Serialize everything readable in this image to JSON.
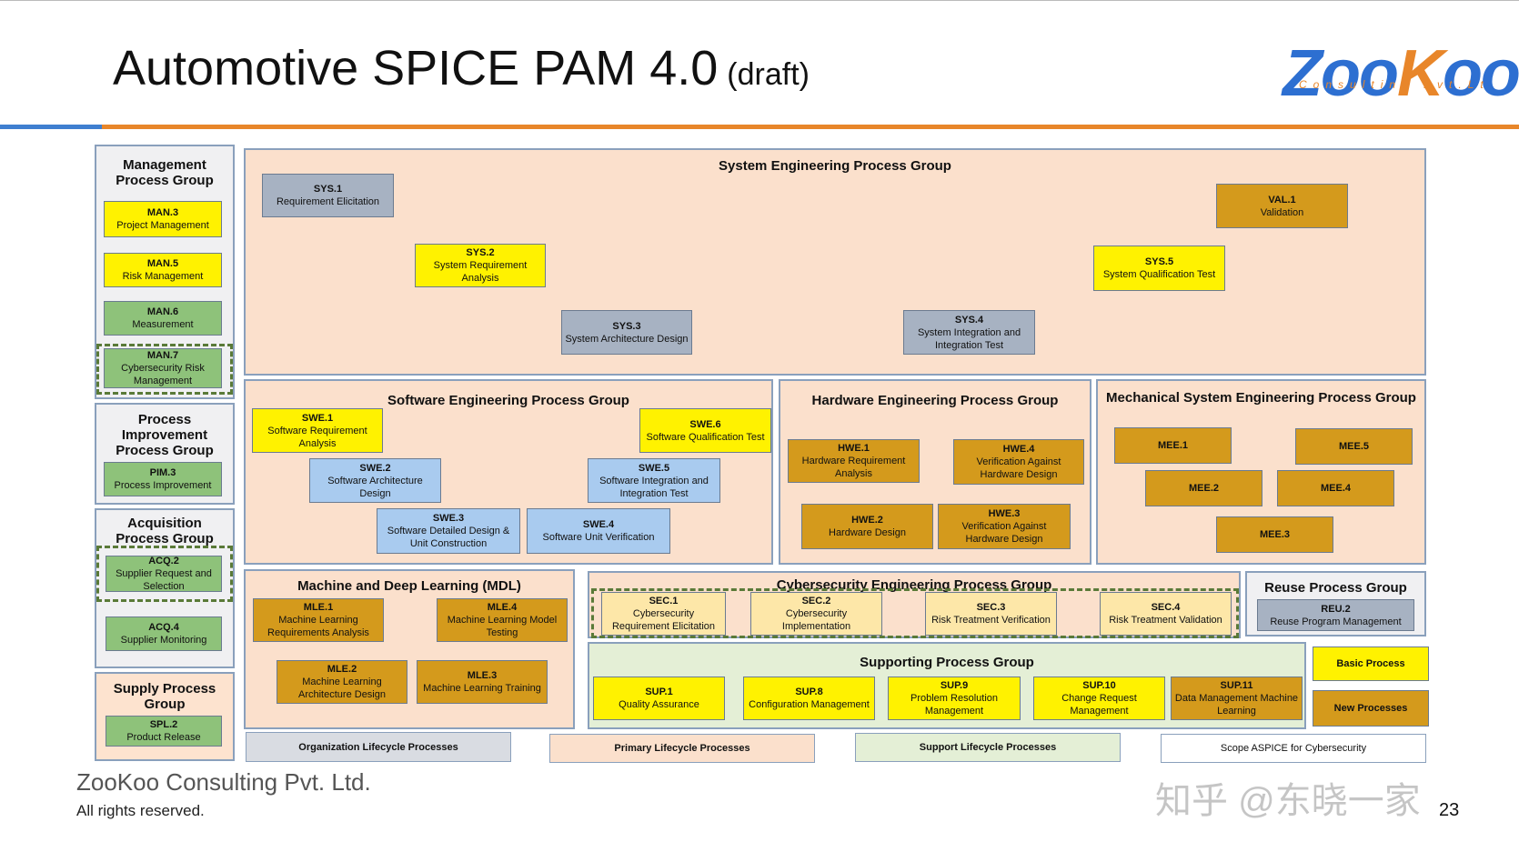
{
  "header": {
    "title": "Automotive SPICE PAM 4.0",
    "subtitle": "(draft)"
  },
  "logo": {
    "brand_pre": "Zoo",
    "brand_k": "K",
    "brand_post": "oo",
    "sub": "Consulting Pvt.Ltd"
  },
  "groups": {
    "management": "Management Process Group",
    "process_improvement": "Process Improvement Process Group",
    "acquisition": "Acquisition Process Group",
    "supply": "Supply Process Group",
    "system_eng": "System Engineering Process Group",
    "software_eng": "Software Engineering Process Group",
    "hardware_eng": "Hardware Engineering Process Group",
    "mechanical_eng": "Mechanical System Engineering Process Group",
    "mdl": "Machine and Deep Learning (MDL)",
    "cyber": "Cybersecurity Engineering Process Group",
    "reuse": "Reuse Process Group",
    "supporting": "Supporting Process Group"
  },
  "processes": {
    "man3": {
      "code": "MAN.3",
      "name": "Project Management"
    },
    "man5": {
      "code": "MAN.5",
      "name": "Risk Management"
    },
    "man6": {
      "code": "MAN.6",
      "name": "Measurement"
    },
    "man7": {
      "code": "MAN.7",
      "name": "Cybersecurity Risk Management"
    },
    "pim3": {
      "code": "PIM.3",
      "name": "Process Improvement"
    },
    "acq2": {
      "code": "ACQ.2",
      "name": "Supplier Request and Selection"
    },
    "acq4": {
      "code": "ACQ.4",
      "name": "Supplier Monitoring"
    },
    "spl2": {
      "code": "SPL.2",
      "name": "Product Release"
    },
    "sys1": {
      "code": "SYS.1",
      "name": "Requirement Elicitation"
    },
    "sys2": {
      "code": "SYS.2",
      "name": "System Requirement Analysis"
    },
    "sys3": {
      "code": "SYS.3",
      "name": "System Architecture Design"
    },
    "sys4": {
      "code": "SYS.4",
      "name": "System Integration and Integration Test"
    },
    "sys5": {
      "code": "SYS.5",
      "name": "System Qualification Test"
    },
    "val1": {
      "code": "VAL.1",
      "name": "Validation"
    },
    "swe1": {
      "code": "SWE.1",
      "name": "Software Requirement Analysis"
    },
    "swe2": {
      "code": "SWE.2",
      "name": "Software Architecture Design"
    },
    "swe3": {
      "code": "SWE.3",
      "name": "Software Detailed Design & Unit Construction"
    },
    "swe4": {
      "code": "SWE.4",
      "name": "Software Unit Verification"
    },
    "swe5": {
      "code": "SWE.5",
      "name": "Software Integration and Integration Test"
    },
    "swe6": {
      "code": "SWE.6",
      "name": "Software Qualification Test"
    },
    "hwe1": {
      "code": "HWE.1",
      "name": "Hardware Requirement Analysis"
    },
    "hwe2": {
      "code": "HWE.2",
      "name": "Hardware Design"
    },
    "hwe3": {
      "code": "HWE.3",
      "name": "Verification Against Hardware Design"
    },
    "hwe4": {
      "code": "HWE.4",
      "name": "Verification Against Hardware Design"
    },
    "mee1": {
      "code": "MEE.1"
    },
    "mee2": {
      "code": "MEE.2"
    },
    "mee3": {
      "code": "MEE.3"
    },
    "mee4": {
      "code": "MEE.4"
    },
    "mee5": {
      "code": "MEE.5"
    },
    "mle1": {
      "code": "MLE.1",
      "name": "Machine Learning Requirements Analysis"
    },
    "mle2": {
      "code": "MLE.2",
      "name": "Machine Learning Architecture Design"
    },
    "mle3": {
      "code": "MLE.3",
      "name": "Machine Learning Training"
    },
    "mle4": {
      "code": "MLE.4",
      "name": "Machine Learning Model Testing"
    },
    "sec1": {
      "code": "SEC.1",
      "name": "Cybersecurity Requirement Elicitation"
    },
    "sec2": {
      "code": "SEC.2",
      "name": "Cybersecurity Implementation"
    },
    "sec3": {
      "code": "SEC.3",
      "name": "Risk Treatment Verification"
    },
    "sec4": {
      "code": "SEC.4",
      "name": "Risk Treatment Validation"
    },
    "reu2": {
      "code": "REU.2",
      "name": "Reuse Program Management"
    },
    "sup1": {
      "code": "SUP.1",
      "name": "Quality Assurance"
    },
    "sup8": {
      "code": "SUP.8",
      "name": "Configuration Management"
    },
    "sup9": {
      "code": "SUP.9",
      "name": "Problem Resolution Management"
    },
    "sup10": {
      "code": "SUP.10",
      "name": "Change Request Management"
    },
    "sup11": {
      "code": "SUP.11",
      "name": "Data Management Machine Learning"
    }
  },
  "legend": {
    "basic": "Basic Process",
    "new": "New Processes",
    "org": "Organization Lifecycle Processes",
    "primary": "Primary Lifecycle Processes",
    "support": "Support Lifecycle Processes",
    "scope": "Scope ASPICE for Cybersecurity"
  },
  "colors": {
    "basic_process": "#fff200",
    "new_process": "#d49a1c",
    "organization_lifecycle": "#f0f0f2",
    "primary_lifecycle": "#fbe0cc",
    "support_lifecycle": "#e4efd6",
    "accent_blue": "#3f7fd0",
    "accent_orange": "#e8862a"
  },
  "footer": {
    "company": "ZooKoo Consulting Pvt. Ltd.",
    "rights": "All rights reserved.",
    "page": "23"
  },
  "watermark": "知乎 @东晓一家"
}
